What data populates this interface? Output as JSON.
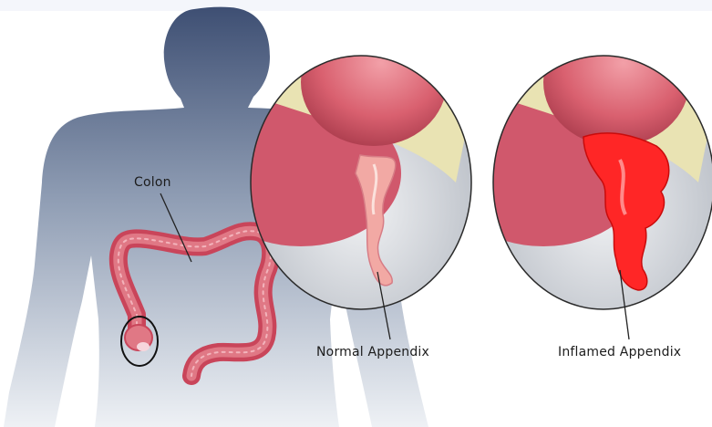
{
  "labels": {
    "colon": "Colon",
    "normal_appendix": "Normal Appendix",
    "inflamed_appendix": "Inflamed Appendix"
  },
  "colors": {
    "body_top": "#3e4f73",
    "body_bottom": "#eef1f5",
    "colon": "#d9606f",
    "normal_appendix": "#f2a9a4",
    "inflamed_appendix": "#ff2222",
    "fat_band": "#e9e3b3"
  }
}
